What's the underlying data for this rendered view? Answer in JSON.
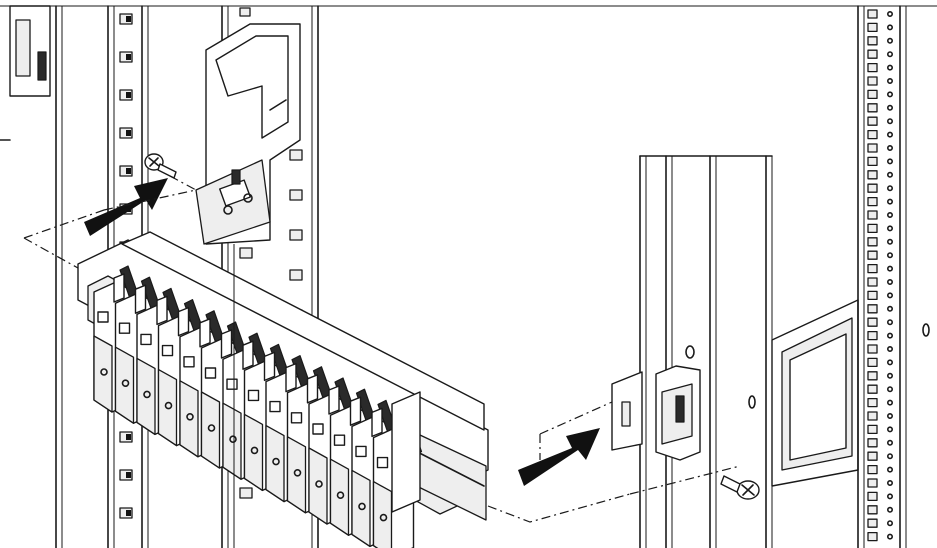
{
  "figure": {
    "kind": "technical assembly illustration",
    "colors": {
      "line": "#1a1a1a",
      "background": "#ffffff",
      "arrow": "#111111"
    },
    "parts": {
      "left_rail_slots": 14,
      "right_rail_slots": 40,
      "breaker_modules": 14,
      "screws": 2,
      "insertion_arrows": 2
    }
  }
}
